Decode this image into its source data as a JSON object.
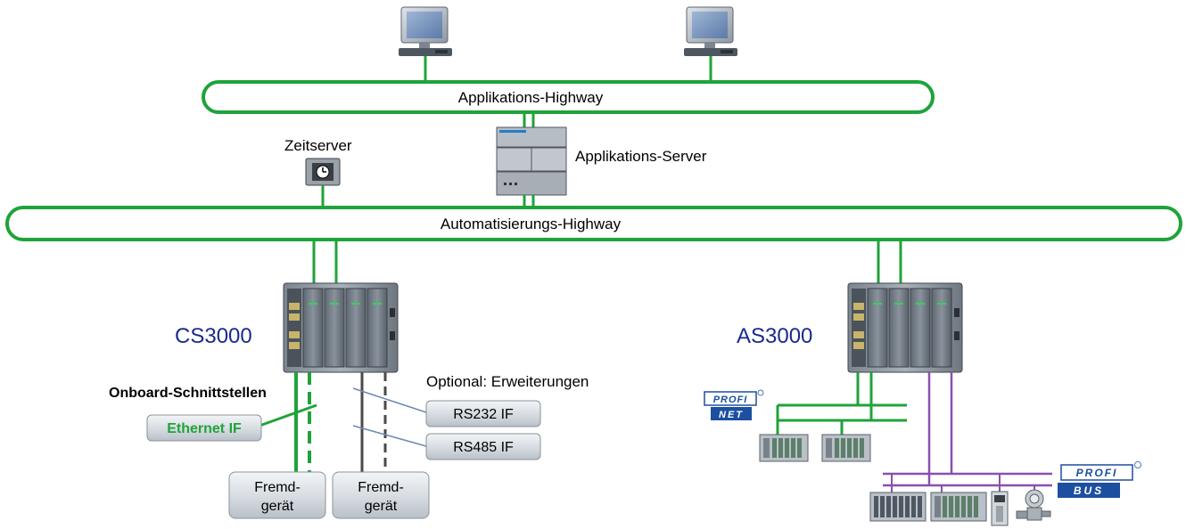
{
  "highways": {
    "application": "Applikations-Highway",
    "automation": "Automatisierungs-Highway"
  },
  "nodes": {
    "time_server": "Zeitserver",
    "app_server": "Applikations-Server",
    "cs_controller": "CS3000",
    "as_controller": "AS3000"
  },
  "interfaces": {
    "onboard_heading": "Onboard-Schnittstellen",
    "ethernet_if": "Ethernet IF",
    "optional_heading": "Optional:  Erweiterungen",
    "rs232_if": "RS232 IF",
    "rs485_if": "RS485 IF"
  },
  "foreign_devices": [
    {
      "line1": "Fremd-",
      "line2": "gerät"
    },
    {
      "line1": "Fremd-",
      "line2": "gerät"
    }
  ],
  "logos": {
    "profinet_top": "PROFI",
    "profinet_bottom": "NET",
    "profibus_top": "PROFI",
    "profibus_bottom": "BUS"
  },
  "colors": {
    "network_green": "#1fa33a",
    "profibus_purple": "#8a4fb0",
    "label_blue": "#1a2a8c",
    "ethernet_text_green": "#1fa33a",
    "box_grey": "#d9dde2"
  }
}
